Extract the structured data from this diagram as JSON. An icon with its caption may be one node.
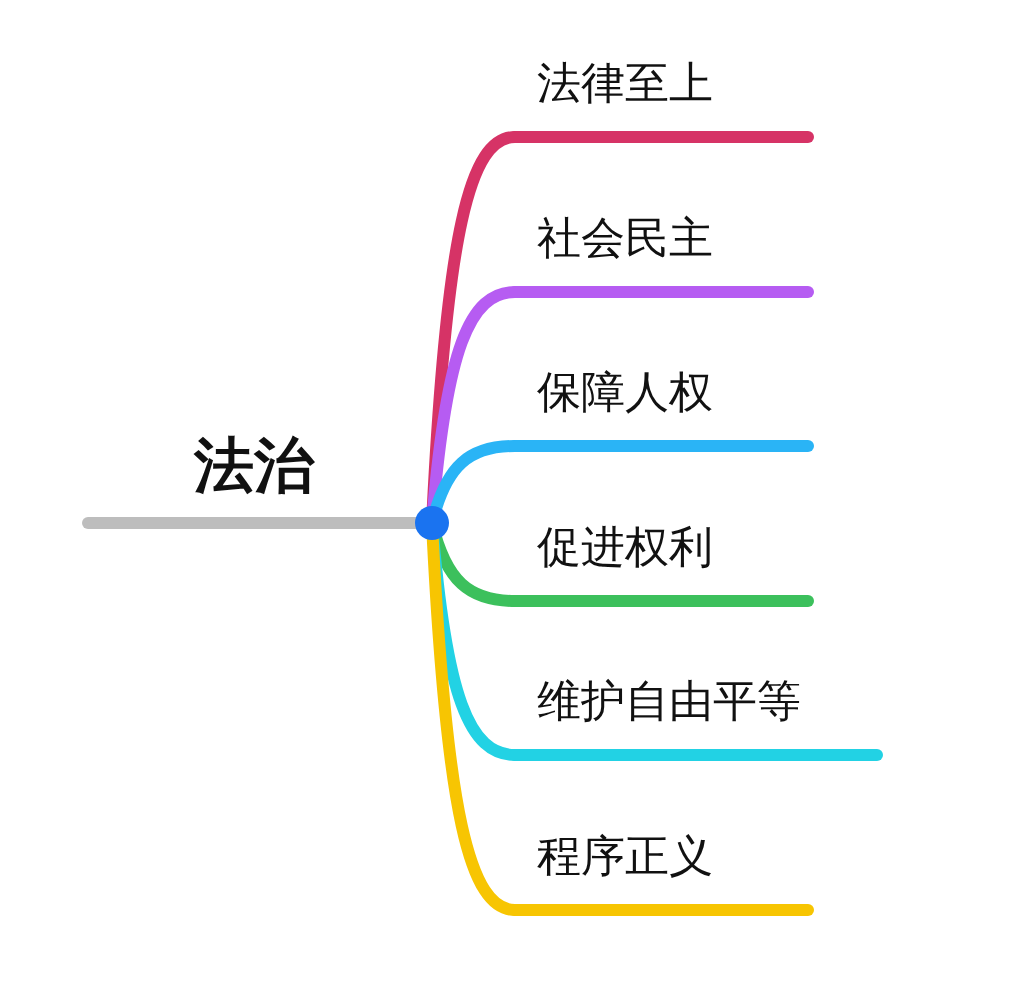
{
  "diagram": {
    "nodes": [
      {
        "text": [
          "法治"
        ]
      },
      {
        "text": [
          "法律至上"
        ]
      },
      {
        "text": [
          "社会民主"
        ]
      },
      {
        "text": [
          "保障人权"
        ]
      },
      {
        "text": [
          "促进权利"
        ]
      },
      {
        "text": [
          "维护自由平等"
        ]
      },
      {
        "text": [
          "程序正义"
        ]
      }
    ],
    "edges": [
      {
        "from": 0,
        "to": 1,
        "arrow": "none",
        "color": "#d63366"
      },
      {
        "from": 0,
        "to": 2,
        "arrow": "none",
        "color": "#b65cf2"
      },
      {
        "from": 0,
        "to": 3,
        "arrow": "none",
        "color": "#2ab4f6"
      },
      {
        "from": 0,
        "to": 4,
        "arrow": "none",
        "color": "#3cc05c"
      },
      {
        "from": 0,
        "to": 5,
        "arrow": "none",
        "color": "#22d2e4"
      },
      {
        "from": 0,
        "to": 6,
        "arrow": "none",
        "color": "#f7c502"
      }
    ]
  }
}
